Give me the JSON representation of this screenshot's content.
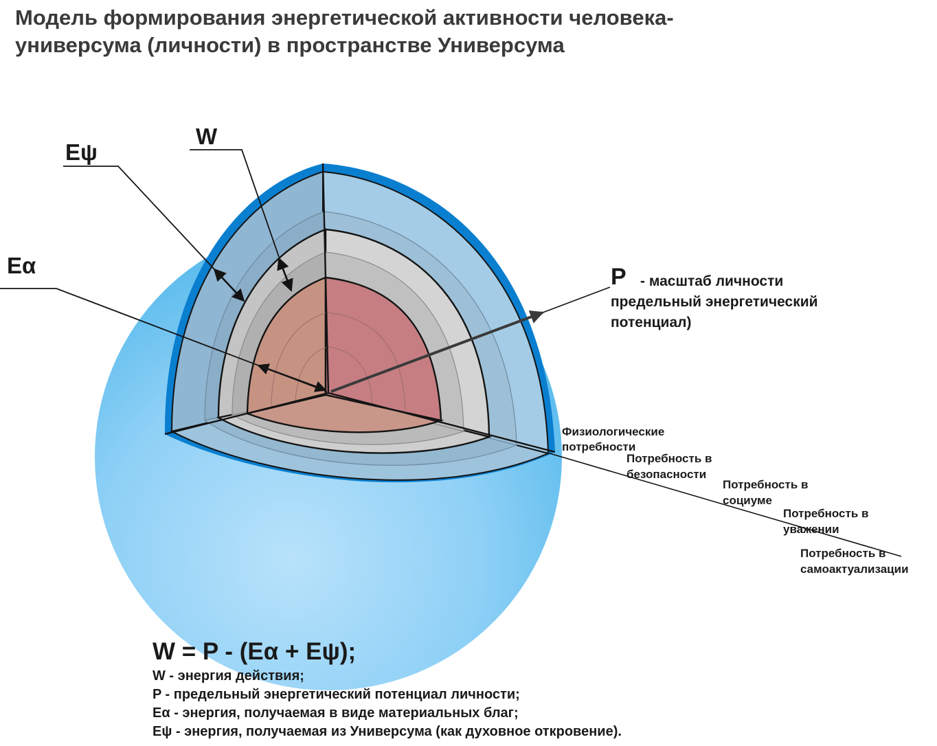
{
  "title": {
    "line1": "Модель формирования энергетической активности человека-",
    "line2": "универсума (личности)  в пространстве Универсума"
  },
  "labels": {
    "e_psi": "Eψ",
    "w": "W",
    "e_alpha": "Eα",
    "p": "P",
    "p_desc_line1": "- масштаб личности",
    "p_desc_line2": "предельный энергетический",
    "p_desc_line3": "потенциал)"
  },
  "needs": [
    {
      "line1": "Физиологические",
      "line2": "потребности"
    },
    {
      "line1": "Потребность в",
      "line2": "безопасности"
    },
    {
      "line1": "Потребность в",
      "line2": "социуме"
    },
    {
      "line1": "Потребность в",
      "line2": "уважении"
    },
    {
      "line1": "Потребность в",
      "line2": "самоактуализации"
    }
  ],
  "formula": "W = P - (Eα + Eψ);",
  "legend": [
    "W - энергия действия;",
    "P - предельный энергетический потенциал личности;",
    "Eα - энергия, получаемая в виде материальных благ;",
    "Eψ - энергия, получаемая из Универсума (как духовное откровение)."
  ],
  "colors": {
    "sphere_light": "#aadaf8",
    "sphere_dark": "#56bcec",
    "shell_edge": "#0a7fd0",
    "outer_layer": "#9ec8e2",
    "middle_layer": "#8cb0cc",
    "gray_light": "#d0d0d0",
    "gray_mid": "#bcbcbc",
    "core_left": "#c89484",
    "core_right": "#c47c80",
    "line": "#141414"
  }
}
